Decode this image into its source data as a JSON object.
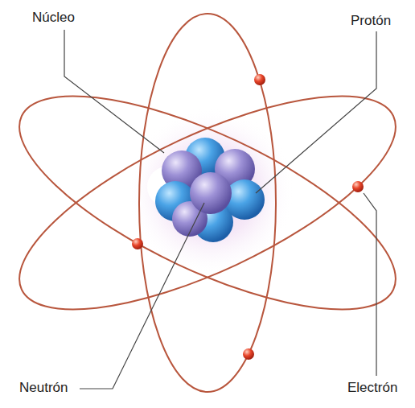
{
  "diagram": {
    "labels": [
      "Núcleo",
      "Protón",
      "Neutrón",
      "Electrón"
    ]
  }
}
